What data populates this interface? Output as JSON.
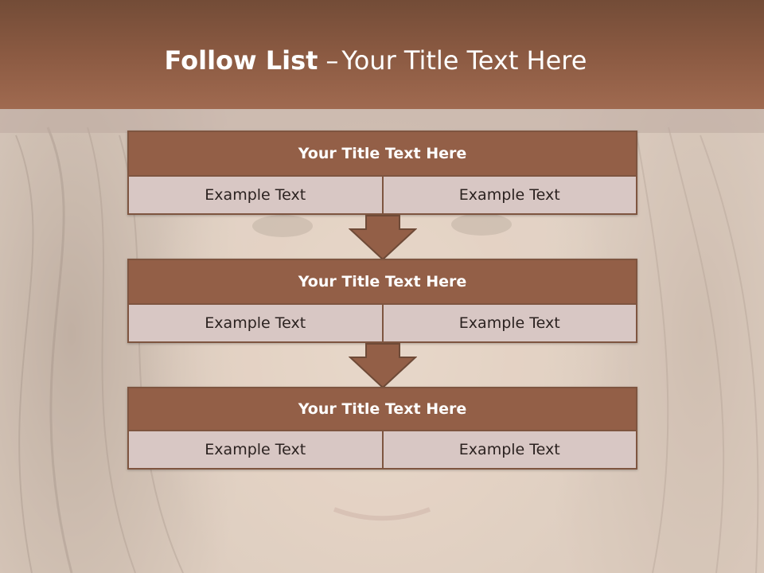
{
  "slide": {
    "title_bold": "Follow List",
    "title_sep": "–",
    "title_rest": "Your Title Text Here"
  },
  "cards": [
    {
      "title": "Your Title Text Here",
      "left": "Example Text",
      "right": "Example Text"
    },
    {
      "title": "Your Title Text Here",
      "left": "Example Text",
      "right": "Example Text"
    },
    {
      "title": "Your Title Text Here",
      "left": "Example Text",
      "right": "Example Text"
    }
  ],
  "colors": {
    "header": "#8b5a42",
    "card_head": "#935f47",
    "card_cell": "#d8c7c4",
    "arrow": "#935f47"
  }
}
